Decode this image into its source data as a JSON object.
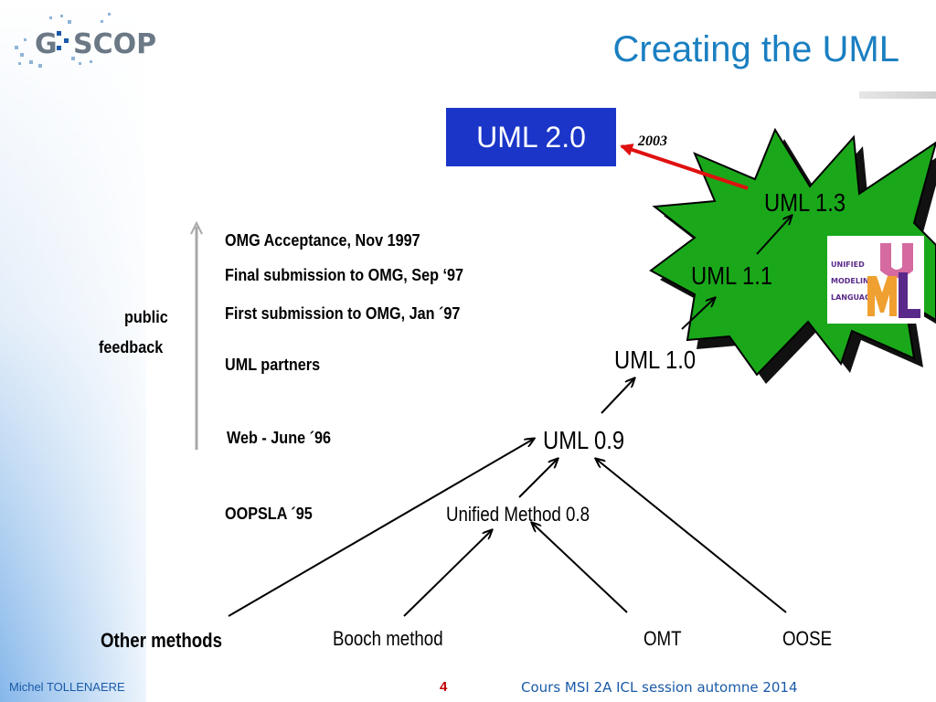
{
  "header": {
    "logo_text": "G-SCOP",
    "title": "Creating the UML"
  },
  "top_version": {
    "label": "UML 2.0",
    "year": "2003"
  },
  "versions": {
    "uml13": "UML 1.3",
    "uml11": "UML 1.1",
    "uml10": "UML 1.0",
    "uml09": "UML 0.9",
    "unified08": "Unified Method 0.8"
  },
  "milestones": {
    "omg_acceptance": "OMG Acceptance, Nov 1997",
    "final_submission": "Final submission to OMG, Sep ‘97",
    "first_submission": "First submission to OMG, Jan ´97",
    "uml_partners": "UML partners",
    "web": "Web - June ´96",
    "oopsla": "OOPSLA ´95"
  },
  "side_label": {
    "line1": "public",
    "line2": "feedback"
  },
  "sources": {
    "other": "Other methods",
    "booch": "Booch method",
    "omt": "OMT",
    "oose": "OOSE"
  },
  "uml_logo": {
    "line1": "UNIFIED",
    "line2": "MODELING",
    "line3": "LANGUAGE",
    "letters": "UML"
  },
  "footer": {
    "author": "Michel TOLLENAERE",
    "page": "4",
    "course": "Cours MSI 2A ICL session automne 2014"
  },
  "colors": {
    "title": "#1a7fc1",
    "box": "#1a35c8",
    "star": "#1aa81a",
    "arrow_red": "#e01010"
  }
}
